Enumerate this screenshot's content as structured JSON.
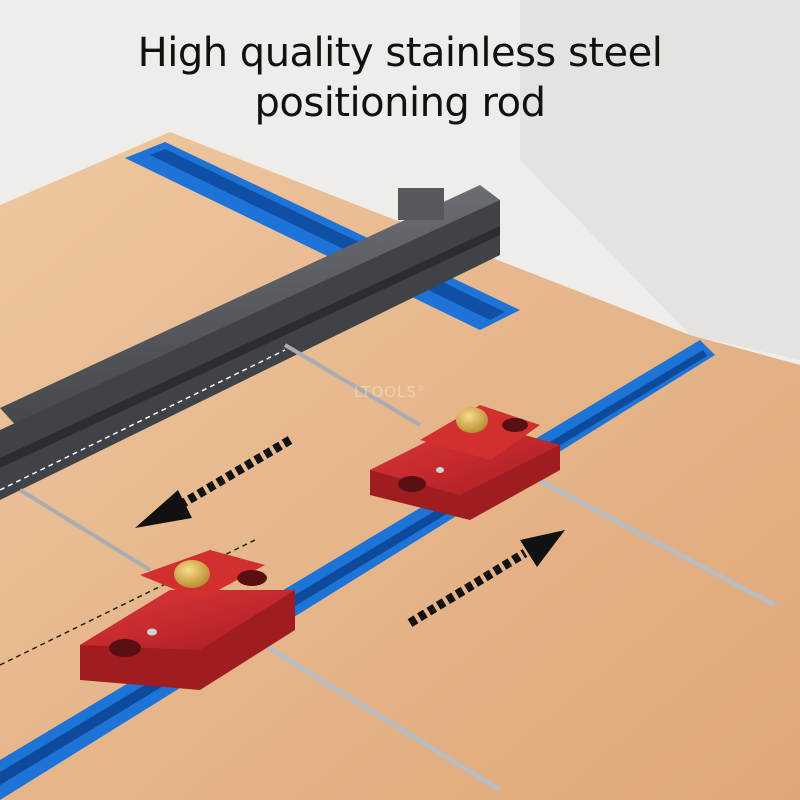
{
  "headline": {
    "line1": "High quality stainless steel",
    "line2": "positioning rod"
  },
  "watermark": "LTOOLS",
  "watermark_mark": "®",
  "colors": {
    "background": "#f2f1ee",
    "wall": "#e9e8e4",
    "wood": "#e7b98f",
    "track_blue": "#1e74d6",
    "fence_gray": "#4a4d52",
    "block_red": "#c8262a",
    "brass": "#d9ad4a",
    "rod_steel": "#b9bcc0",
    "arrow": "#111111"
  },
  "icons": [
    "arrow-left-icon",
    "arrow-right-icon"
  ]
}
